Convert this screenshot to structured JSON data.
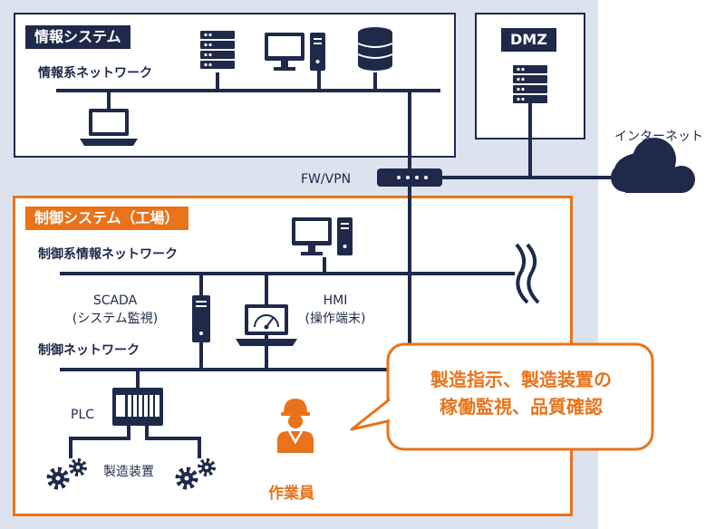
{
  "info_system": {
    "title": "情報システム",
    "network_label": "情報系ネットワーク"
  },
  "dmz": {
    "title": "DMZ"
  },
  "internet_label": "インターネット",
  "fw_label": "FW/VPN",
  "control_system": {
    "title": "制御システム（工場）",
    "info_network_label": "制御系情報ネットワーク",
    "control_network_label": "制御ネットワーク",
    "scada_label": "SCADA",
    "scada_sub": "(システム監視)",
    "hmi_label": "HMI",
    "hmi_sub": "(操作端末)",
    "plc_label": "PLC",
    "equipment_label": "製造装置",
    "worker_label": "作業員"
  },
  "callout": {
    "line1": "製造指示、製造装置の",
    "line2": "稼働監視、品質確認"
  },
  "colors": {
    "navy": "#1f2a4a",
    "orange": "#e8731a",
    "zone_bg": "#dde2ef"
  },
  "icons": [
    "server-icon",
    "desktop-pc-icon",
    "database-icon",
    "laptop-icon",
    "firewall-router-icon",
    "cloud-icon",
    "gauge-laptop-icon",
    "plc-icon",
    "gear-icon",
    "worker-icon"
  ]
}
